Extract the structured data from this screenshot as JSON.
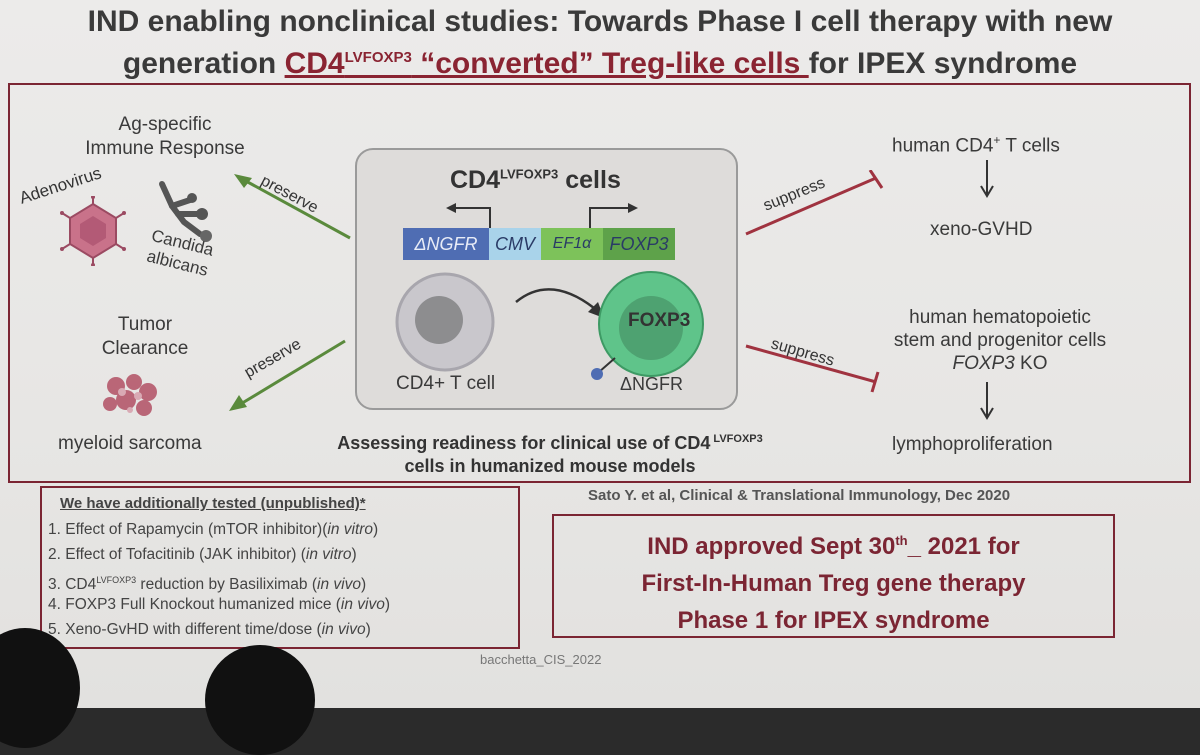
{
  "title": {
    "line1": "IND enabling nonclinical studies: Towards Phase I cell therapy with new",
    "line2_prefix": "generation ",
    "line2_cd4": "CD4",
    "line2_sup": "LVFOXP3",
    "line2_underlined_rest": " “converted” Treg-like cells ",
    "line2_suffix": "for IPEX syndrome"
  },
  "left": {
    "ag_heading_1": "Ag-specific",
    "ag_heading_2": "Immune Response",
    "adenovirus": "Adenovirus",
    "candida_1": "Candida",
    "candida_2": "albicans",
    "preserve_top": "preserve",
    "tumor_1": "Tumor",
    "tumor_2": "Clearance",
    "preserve_bottom": "preserve",
    "myeloid": "myeloid sarcoma"
  },
  "center": {
    "heading_cd4": "CD4",
    "heading_sup": "LVFOXP3",
    "heading_suffix": " cells",
    "genes": [
      "ΔNGFR",
      "CMV",
      "EF1α",
      "FOXP3"
    ],
    "cd4_t_cell": "CD4+ T cell",
    "foxp3_nucleus": "FOXP3",
    "delta_ngfr": "ΔNGFR"
  },
  "right": {
    "human_cd4": "human CD4",
    "human_cd4_sup": "+",
    "human_cd4_suffix": " T cells",
    "xeno_gvhd": "xeno-GVHD",
    "suppress_top": "suppress",
    "hsc_1": "human hematopoietic",
    "hsc_2": "stem and progenitor cells",
    "hsc_3_italic": "FOXP3",
    "hsc_3_rest": " KO",
    "suppress_bottom": "suppress",
    "lymphoproliferation": "lymphoproliferation"
  },
  "bottom_caption": {
    "line1": "Assessing readiness for clinical use of CD4",
    "line1_sup": " LVFOXP3",
    "line2": "cells in humanized mouse models"
  },
  "citation": "Sato Y. et al, Clinical & Translational Immunology, Dec 2020",
  "tested": {
    "heading": "We have additionally tested (unpublished)*",
    "items": [
      {
        "main": "1. Effect of Rapamycin (mTOR inhibitor)(",
        "it": "in vitro",
        "end": ")"
      },
      {
        "main": "2. Effect of Tofacitinib (JAK inhibitor) (",
        "it": "in vitro",
        "end": ")"
      },
      {
        "main": "3. CD4",
        "sup": "LVFOXP3",
        "main2": " reduction by Basiliximab (",
        "it": "in vivo",
        "end": ")"
      },
      {
        "main": "4. FOXP3 Full Knockout humanized mice (",
        "it": "in vivo",
        "end": ")"
      },
      {
        "main": "5. Xeno-GvHD with different time/dose (",
        "it": "in vivo",
        "end": ")"
      }
    ]
  },
  "ind": {
    "line1_a": "IND approved Sept 30",
    "line1_sup": "th",
    "line1_b": "_ 2021 for",
    "line2": "First-In-Human Treg gene therapy",
    "line3": "Phase 1 for IPEX syndrome"
  },
  "footer": "bacchetta_CIS_2022",
  "colors": {
    "accent": "#7b2533",
    "green": "#5a8a3c",
    "ngfr_blue": "#4f6db3",
    "cmv_lightblue": "#a9d3ea",
    "ef1a_green": "#7dc25a",
    "foxp3_green": "#5ea24a"
  }
}
